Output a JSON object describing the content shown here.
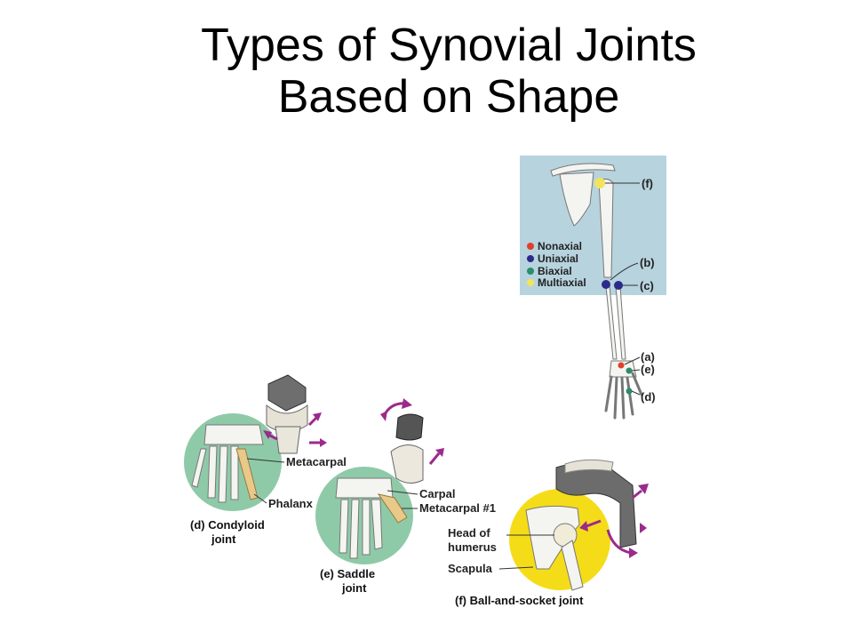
{
  "title": {
    "line1": "Types of Synovial Joints",
    "line2": "Based on Shape"
  },
  "skeleton_panel": {
    "legend": [
      {
        "label": "Nonaxial",
        "color": "#e0402a"
      },
      {
        "label": "Uniaxial",
        "color": "#2a2a8c"
      },
      {
        "label": "Biaxial",
        "color": "#2a8c6a"
      },
      {
        "label": "Multiaxial",
        "color": "#f3e35a"
      }
    ],
    "letters": {
      "f": "(f)",
      "b": "(b)",
      "c": "(c)",
      "a": "(a)",
      "e": "(e)",
      "d": "(d)"
    }
  },
  "condyloid": {
    "metacarpal": "Metacarpal",
    "phalanx": "Phalanx",
    "caption1": "(d) Condyloid",
    "caption2": "joint"
  },
  "saddle": {
    "carpal": "Carpal",
    "metacarpal": "Metacarpal #1",
    "caption1": "(e) Saddle",
    "caption2": "joint"
  },
  "ball_socket": {
    "head1": "Head of",
    "head2": "humerus",
    "scapula": "Scapula",
    "caption": "(f) Ball-and-socket joint"
  },
  "colors": {
    "panel_blue": "#b7d3de",
    "green_circle": "#8fcaa8",
    "yellow_circle": "#f5dc18",
    "arrow_purple": "#9b2a8e"
  }
}
